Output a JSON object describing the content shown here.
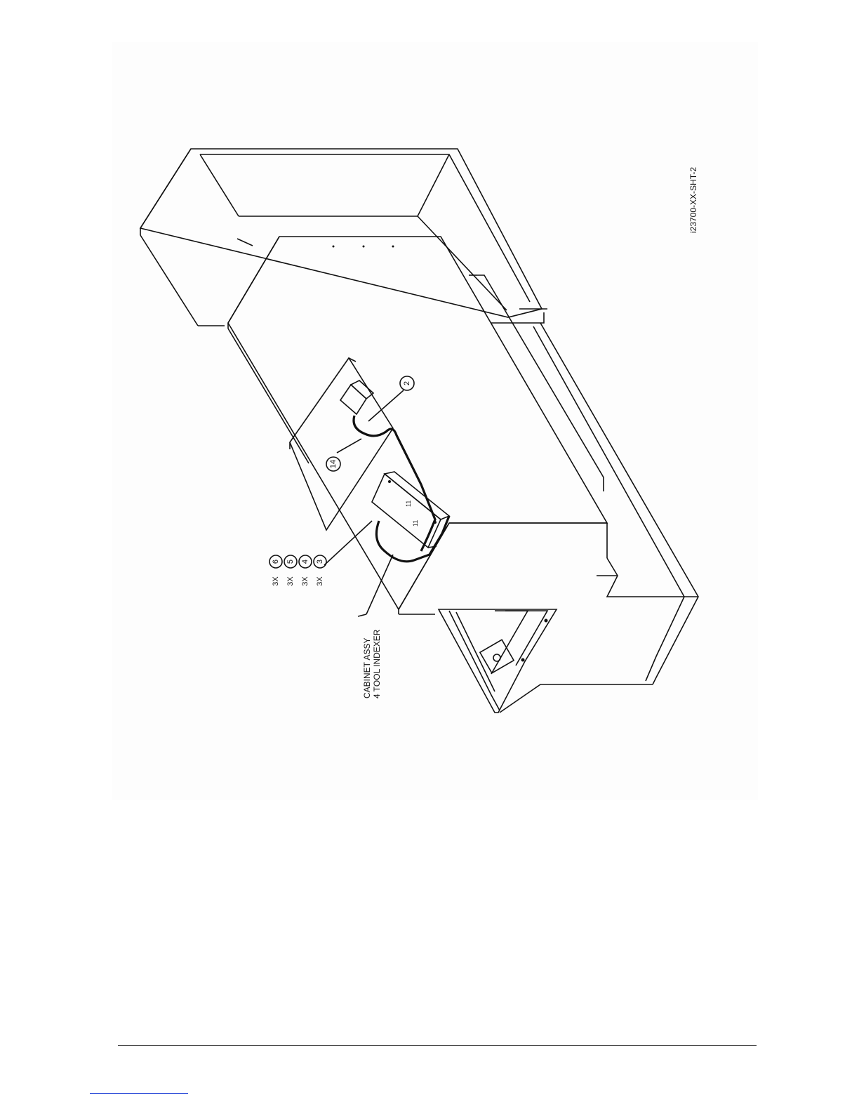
{
  "drawing": {
    "number": "i23700-XX-SHT-2",
    "callout_note": {
      "line1": "CABINET ASSY",
      "line2": "4 TOOL INDEXER"
    },
    "quantity_callouts": [
      {
        "qty": "3X",
        "item": "6"
      },
      {
        "qty": "3X",
        "item": "5"
      },
      {
        "qty": "3X",
        "item": "4"
      },
      {
        "qty": "3X",
        "item": "3"
      }
    ],
    "item_balloons": [
      "2",
      "14"
    ]
  },
  "colors": {
    "line": "#111111",
    "footer_rule": "#333333",
    "footer_link": "#2b4bd8"
  }
}
